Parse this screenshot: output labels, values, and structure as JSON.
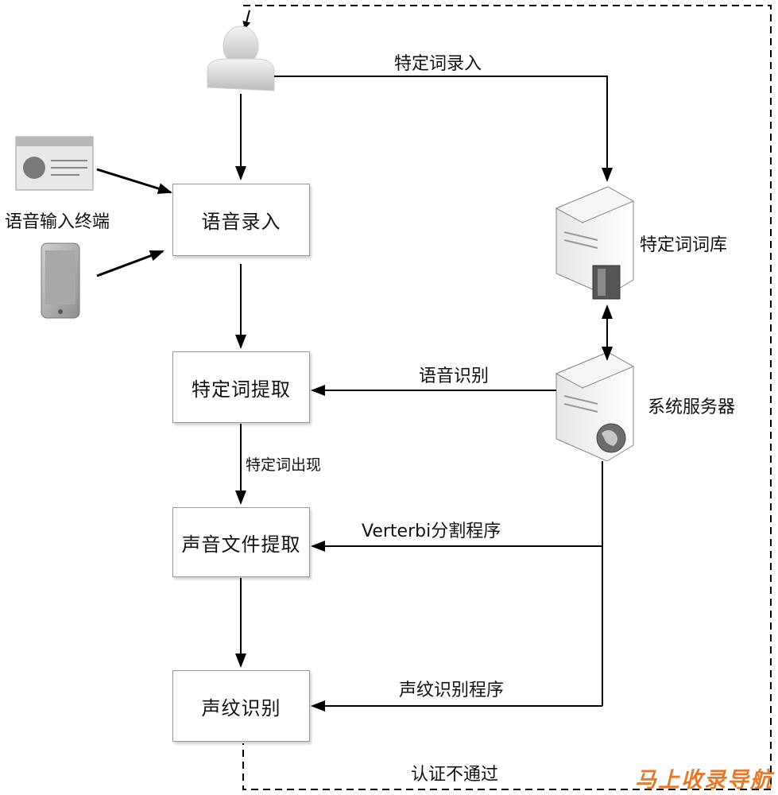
{
  "nodes": {
    "voice_input": "语音录入",
    "keyword_extract": "特定词提取",
    "audio_file_extract": "声音文件提取",
    "voiceprint_recognition": "声纹识别",
    "terminal": "语音输入终端",
    "keyword_library": "特定词词库",
    "system_server": "系统服务器"
  },
  "edges": {
    "keyword_entry": "特定词录入",
    "speech_recognition": "语音识别",
    "keyword_appears": "特定词出现",
    "segmentation": "Verterbi分割程序",
    "voiceprint_program": "声纹识别程序",
    "auth_failed": "认证不通过"
  },
  "watermark": "马上收录导航",
  "colors": {
    "line": "#000000",
    "box_border": "#999999",
    "watermark": "#e8782a"
  }
}
